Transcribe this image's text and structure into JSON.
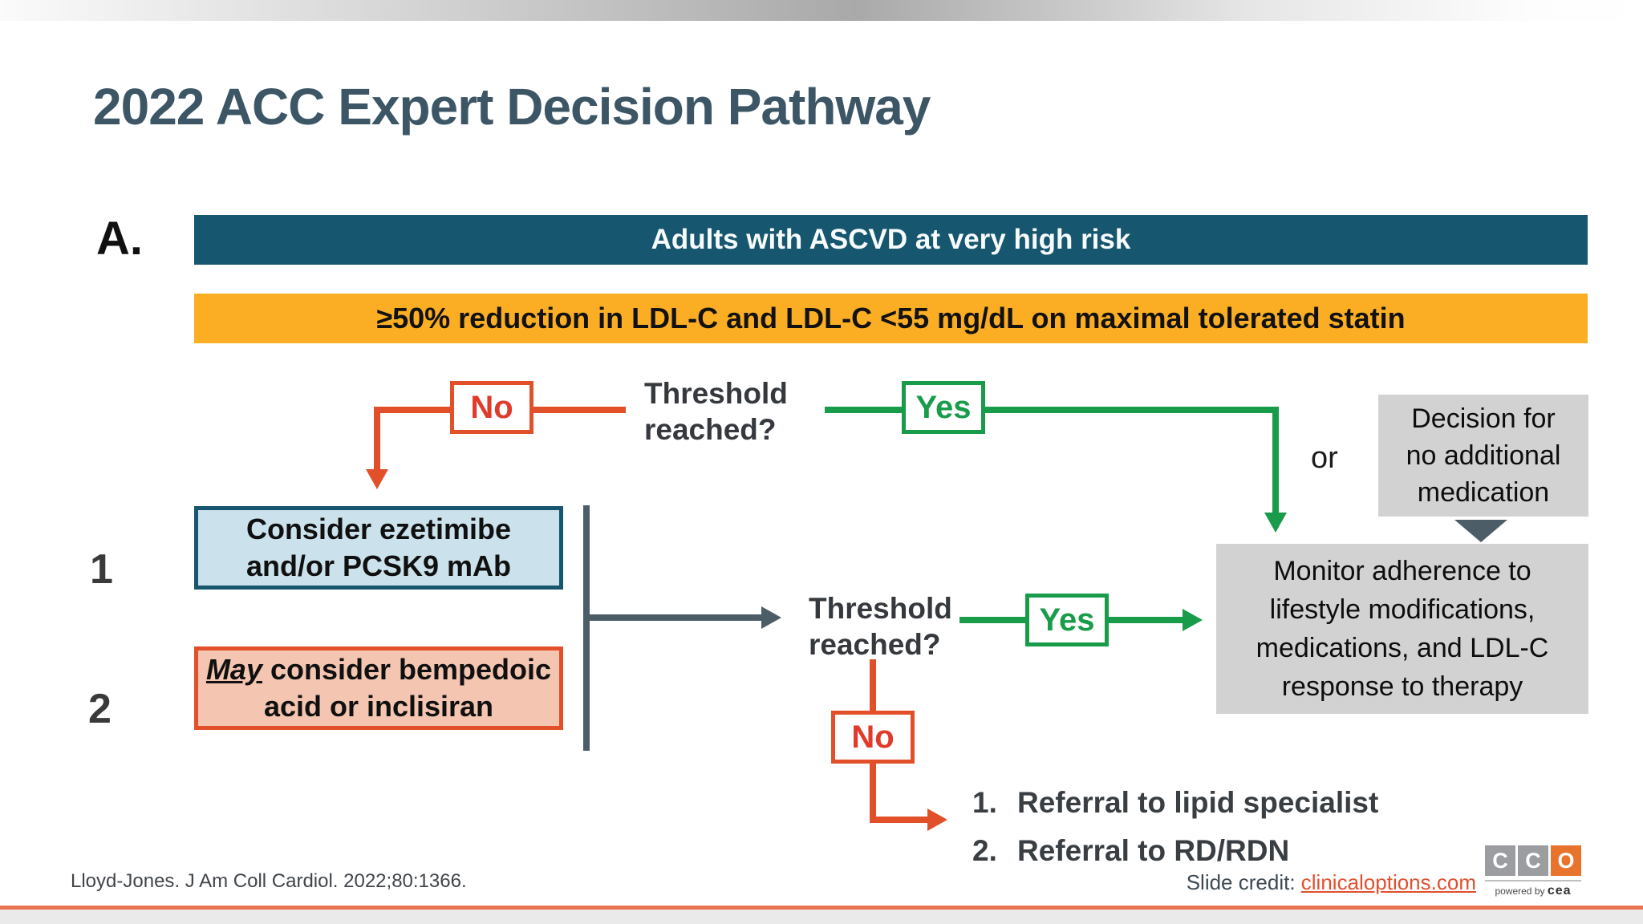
{
  "header": {
    "title": "2022 ACC Expert Decision Pathway",
    "panel_label": "A."
  },
  "bars": {
    "population": "Adults with ASCVD at very high risk",
    "criteria": "≥50% reduction in LDL-C and LDL-C <55 mg/dL on maximal tolerated statin"
  },
  "flow": {
    "question1": {
      "line1": "Threshold",
      "line2": "reached?",
      "no_label": "No",
      "yes_label": "Yes"
    },
    "or_label": "or",
    "decision_box_lines": [
      "Decision for",
      "no additional",
      "medication"
    ],
    "monitor_box_lines": [
      "Monitor adherence to",
      "lifestyle modifications,",
      "medications, and LDL-C",
      "response to therapy"
    ],
    "options": [
      {
        "number": "1",
        "lines": [
          "Consider ezetimibe",
          "and/or PCSK9 mAb"
        ]
      },
      {
        "number": "2",
        "emphasis": "May",
        "line1_rest": " consider bempedoic",
        "line2": "acid or inclisiran"
      }
    ],
    "question2": {
      "line1": "Threshold",
      "line2": "reached?",
      "no_label": "No",
      "yes_label": "Yes"
    },
    "referrals": [
      {
        "number": "1.",
        "text": "Referral to lipid specialist"
      },
      {
        "number": "2.",
        "text": "Referral to RD/RDN"
      }
    ]
  },
  "footer": {
    "citation": "Lloyd-Jones. J Am Coll Cardiol. 2022;80:1366.",
    "credit_label": "Slide credit: ",
    "credit_link": "clinicaloptions.com",
    "logo": {
      "letters": [
        "C",
        "C",
        "O"
      ],
      "tagline_prefix": "powered by ",
      "tagline_brand": "cea"
    }
  },
  "colors": {
    "teal_bar": "#17566F",
    "amber_bar": "#FBAE24",
    "red_orange": "#E2502A",
    "green": "#189C4A",
    "slate": "#4C5D68",
    "light_blue_fill": "#CBE1EC",
    "salmon_fill": "#F4C5B0",
    "gray_box": "#D2D2D2",
    "title_text": "#3D5666",
    "link": "#E0502F",
    "footer_line": "#E87450",
    "logo_gray": "#9B9DA0",
    "logo_orange": "#E8732C"
  }
}
